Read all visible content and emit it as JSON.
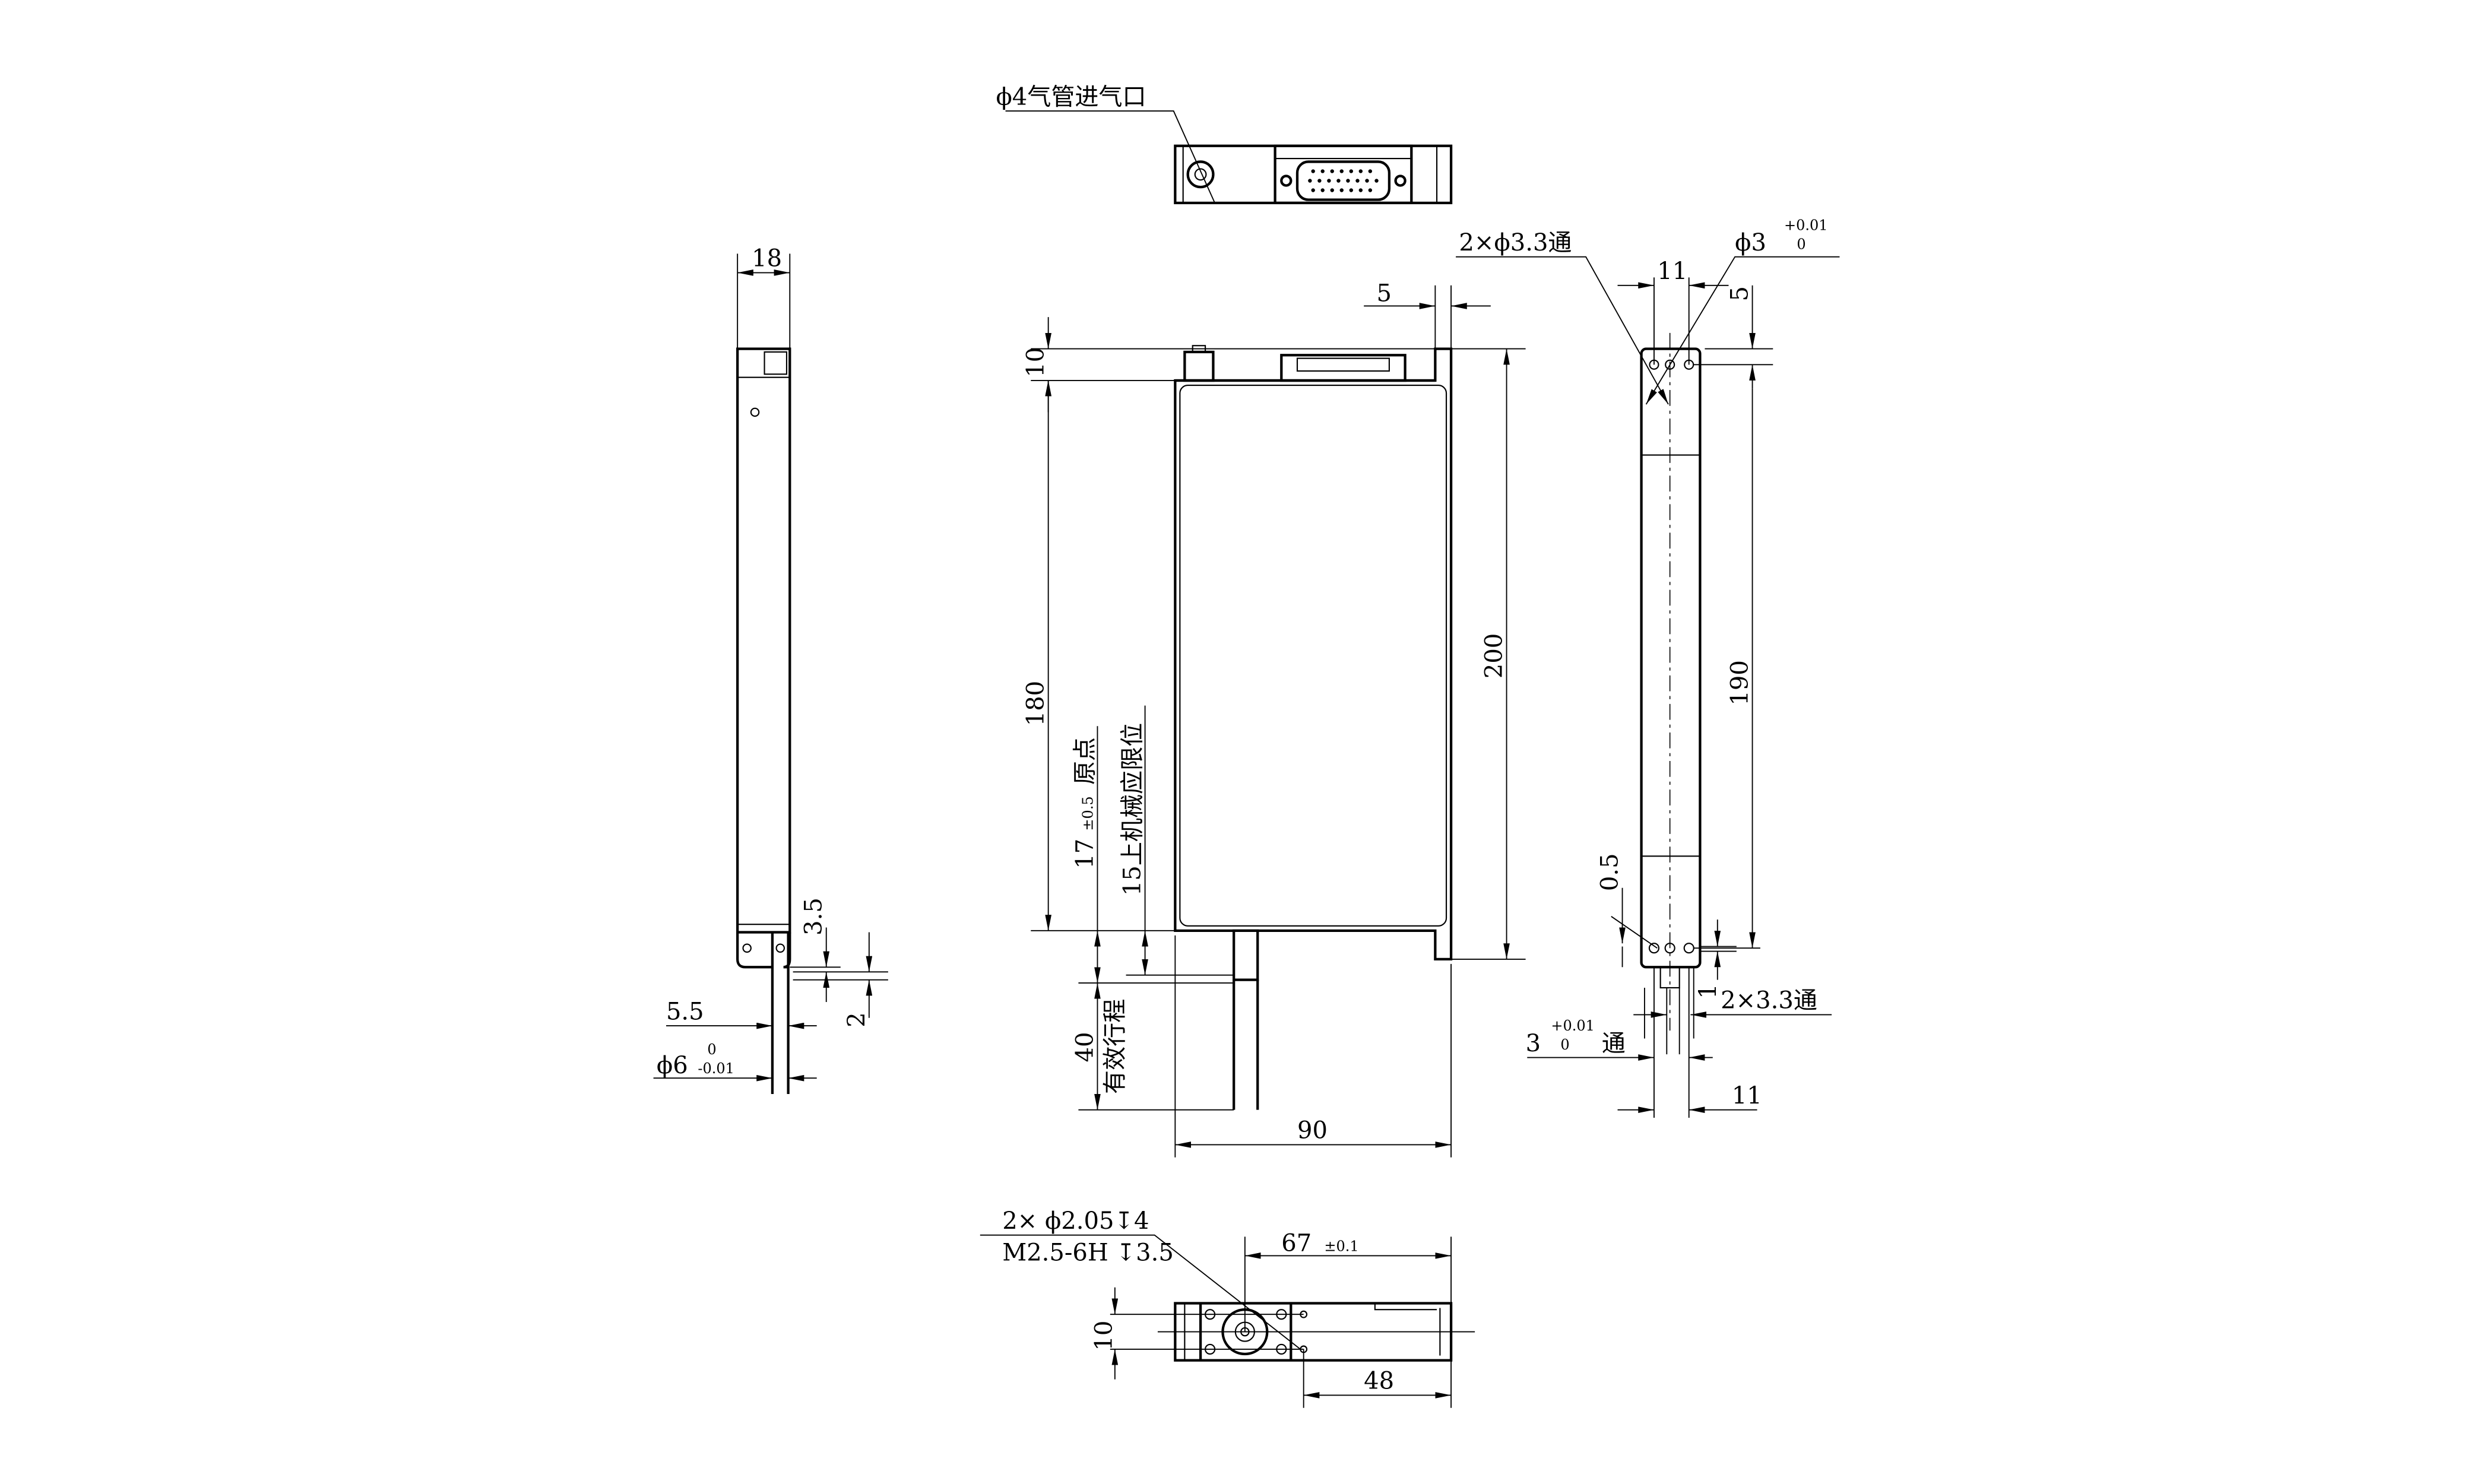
{
  "top_view": {
    "air_inlet_label": "ϕ4气管进气口"
  },
  "side_view": {
    "width_dim": "18",
    "dim_3_5": "3.5",
    "dim_2": "2",
    "dim_5_5": "5.5",
    "shaft_dia": "ϕ6",
    "shaft_tol_upper": "0",
    "shaft_tol_lower": "-0.01"
  },
  "front_view": {
    "dim_5": "5",
    "dim_10": "10",
    "dim_180": "180",
    "dim_200": "200",
    "dim_90": "90",
    "origin_dim": "17",
    "origin_tol": "±0.5",
    "origin_label": "原点",
    "limit_label": "15上机械应限位",
    "stroke_dim": "40",
    "stroke_label": "有效行程"
  },
  "right_view": {
    "holes_top_label": "2×ϕ3.3通",
    "pin_hole_label": "ϕ3",
    "pin_tol_upper": "+0.01",
    "pin_tol_lower": "0",
    "dim_11_top": "11",
    "dim_5": "5",
    "dim_190": "190",
    "dim_0_5": "0.5",
    "dim_1": "1",
    "holes_bottom_label": "2×3.3通",
    "bottom_pin_dia": "3",
    "bottom_pin_tol_upper": "+0.01",
    "bottom_pin_tol_lower": "0",
    "bottom_pin_suffix": "通",
    "dim_11_bottom": "11"
  },
  "bottom_view": {
    "hole_label_1": "2× ϕ2.05↧4",
    "hole_label_2": "M2.5-6H ↧3.5",
    "dim_67": "67",
    "dim_67_tol": "±0.1",
    "dim_48": "48",
    "dim_10": "10"
  }
}
